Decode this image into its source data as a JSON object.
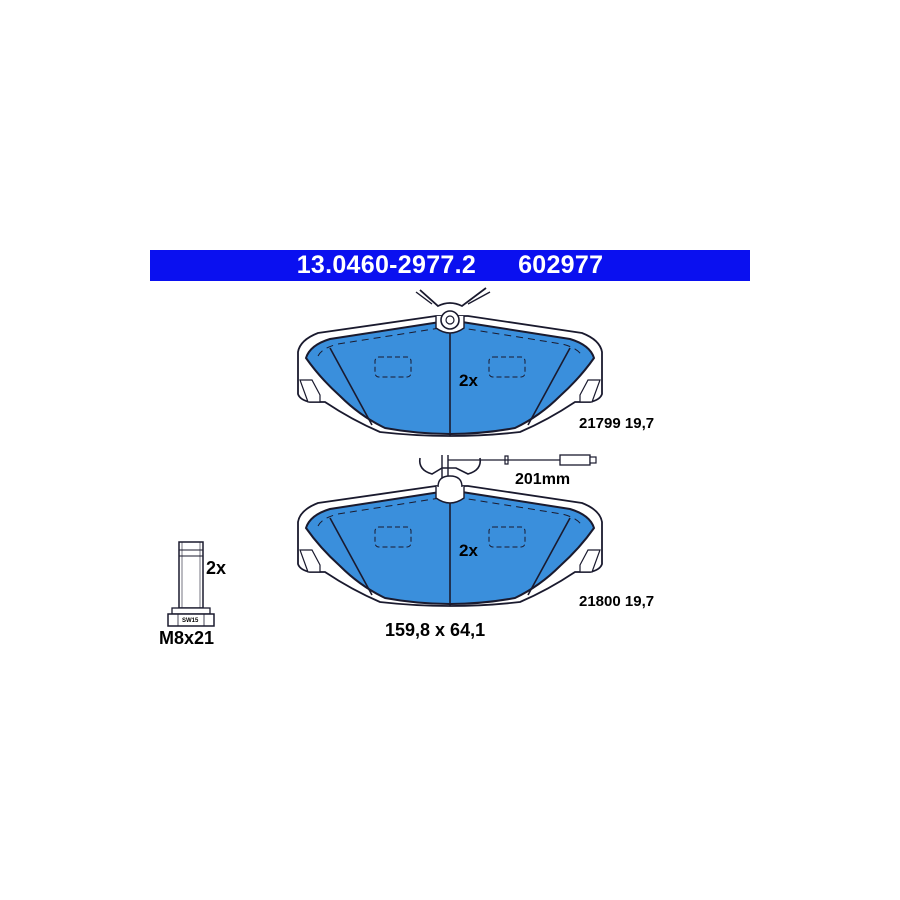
{
  "header": {
    "part_number": "13.0460-2977.2",
    "alt_number": "602977"
  },
  "upper_pad": {
    "quantity": "2x",
    "ref_thickness": "21799 19,7"
  },
  "lower_pad": {
    "quantity": "2x",
    "ref_thickness": "21800 19,7",
    "dimensions": "159,8 x 64,1"
  },
  "wear_sensor": {
    "length_label": "201mm"
  },
  "bolt": {
    "quantity": "2x",
    "size": "M8x21",
    "wrench_size": "SW15"
  },
  "colors": {
    "header_blue": "#0a10f0",
    "pad_blue": "#3a8fdc",
    "outline": "#1a1a2e"
  },
  "icons": [
    "brake-pad-icon",
    "wear-sensor-icon",
    "bolt-icon"
  ]
}
